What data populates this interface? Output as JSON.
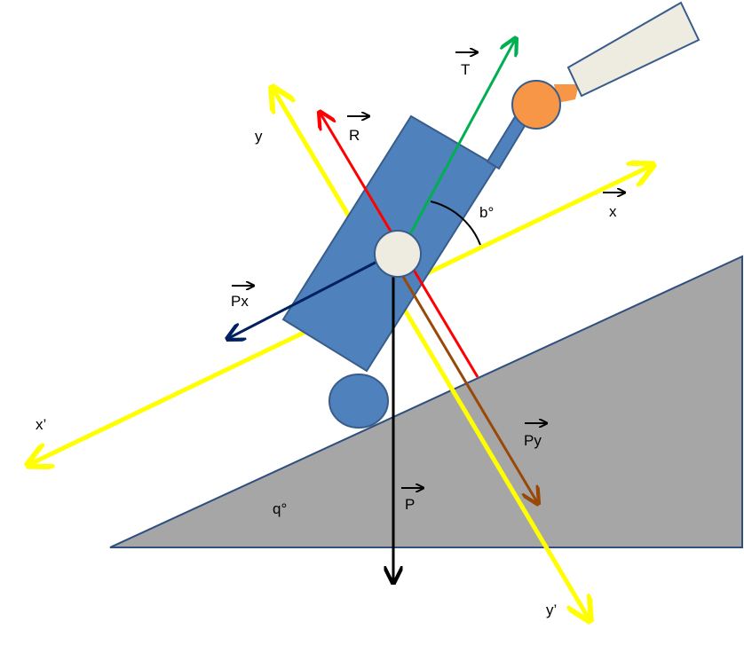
{
  "labels": {
    "axis_y": "y",
    "axis_y_prime": "y’",
    "axis_x": "x",
    "axis_x_prime": "x’",
    "force_T": "T",
    "force_R": "R",
    "force_Px": "Px",
    "force_Py": "Py",
    "force_P": "P",
    "angle_b": "b°",
    "angle_q": "q°"
  },
  "colors": {
    "axis": "#ffff00",
    "tension": "#00b050",
    "reaction": "#ff0000",
    "weight": "#000000",
    "px": "#002060",
    "py": "#984807",
    "cart_body": "#4f81bd",
    "cart_border": "#385d8a",
    "center_point": "#eeece1",
    "handle_joint": "#f79646",
    "handle_grip": "#eeece1",
    "incline": "#a6a6a6",
    "incline_border": "#2f4f7f"
  }
}
